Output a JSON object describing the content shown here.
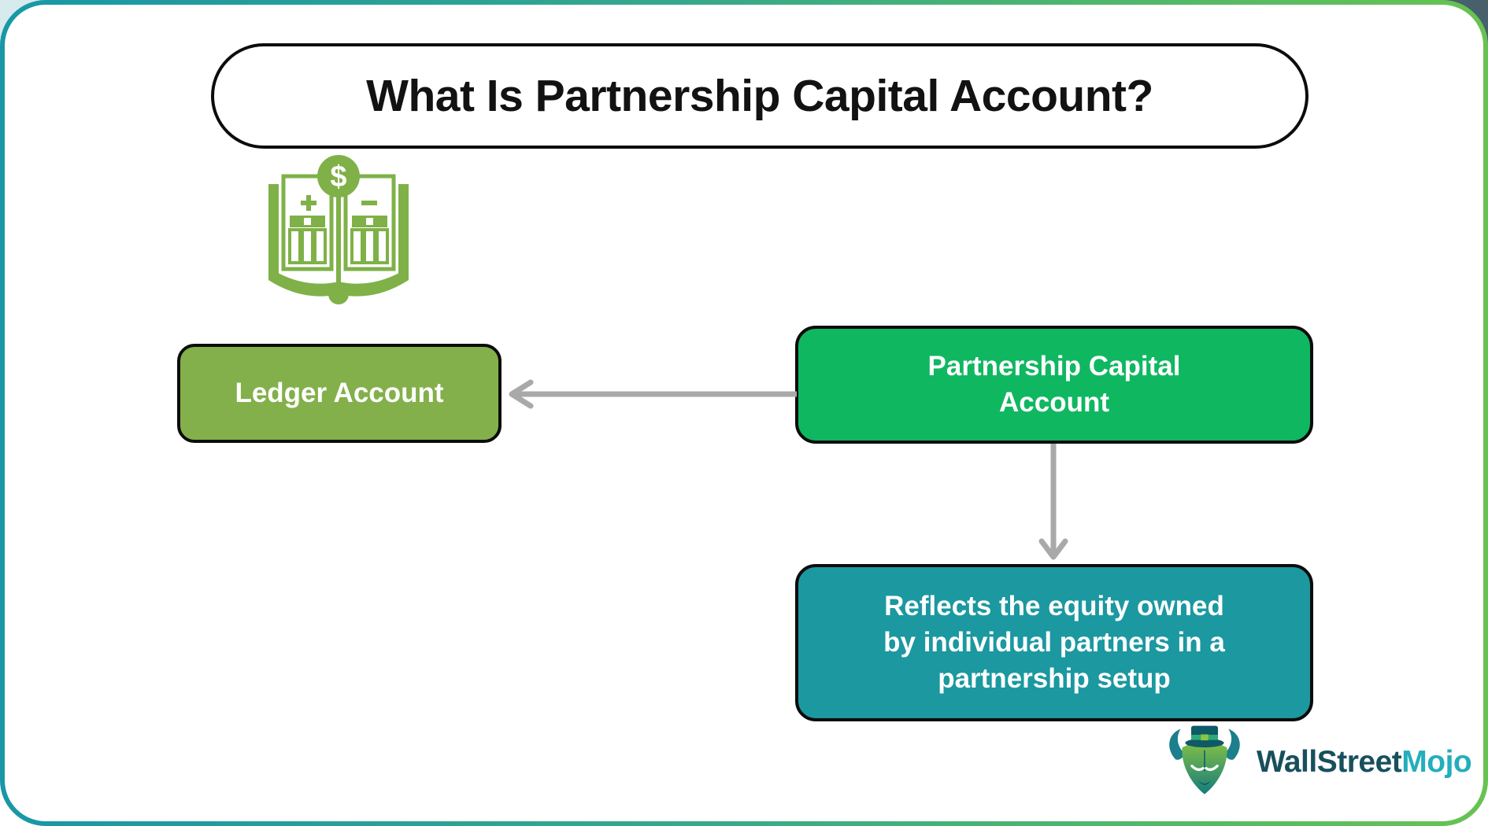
{
  "frame": {
    "border_gradient_left": "#1897A6",
    "border_gradient_right": "#67C351",
    "corner_backdrop_color": "#47606B"
  },
  "title": {
    "text": "What Is Partnership Capital Account?"
  },
  "ledger_icon": {
    "name": "ledger-book-icon",
    "color": "#7FB148",
    "dollar_glyph": "$",
    "plus_glyph": "+",
    "minus_glyph": "−"
  },
  "nodes": {
    "ledger": {
      "label": "Ledger Account",
      "bg": "#83B04A"
    },
    "partnership": {
      "lines": [
        "Partnership Capital",
        "Account"
      ],
      "bg": "#10B761"
    },
    "definition": {
      "lines": [
        "Reflects the equity owned",
        "by individual partners in a",
        "partnership setup"
      ],
      "bg": "#1B98A0"
    }
  },
  "arrows": {
    "color": "#A9A9A9"
  },
  "logo": {
    "wallstreet": "WallStreet",
    "mojo": "Mojo",
    "wallstreet_color": "#17505C",
    "mojo_color": "#23AEBC"
  }
}
